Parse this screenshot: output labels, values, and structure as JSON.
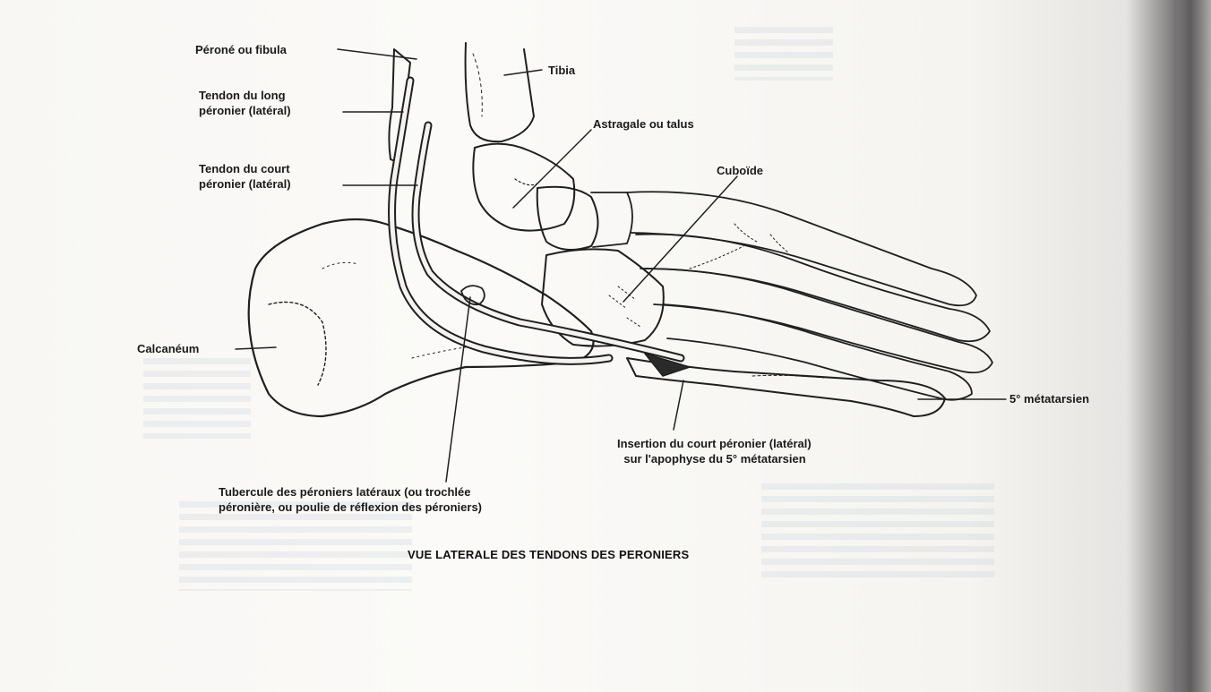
{
  "figure": {
    "caption": "VUE LATERALE DES TENDONS DES PERONIERS",
    "labels": {
      "perone": "Péroné ou fibula",
      "tibia": "Tibia",
      "long_peronier_1": "Tendon du long",
      "long_peronier_2": "péronier (latéral)",
      "astragale": "Astragale ou talus",
      "court_peronier_1": "Tendon du court",
      "court_peronier_2": "péronier (latéral)",
      "cuboide": "Cuboïde",
      "calcaneum": "Calcanéum",
      "metatarsien": "5° métatarsien",
      "insertion_1": "Insertion du court péronier (latéral)",
      "insertion_2": "sur l'apophyse du 5° métatarsien",
      "tubercule_1": "Tubercule des péroniers latéraux (ou trochlée",
      "tubercule_2": "péronière, ou poulie de réflexion des péroniers)"
    }
  },
  "colors": {
    "ink": "#1a1a1a",
    "paper": "#f8f7f4"
  }
}
